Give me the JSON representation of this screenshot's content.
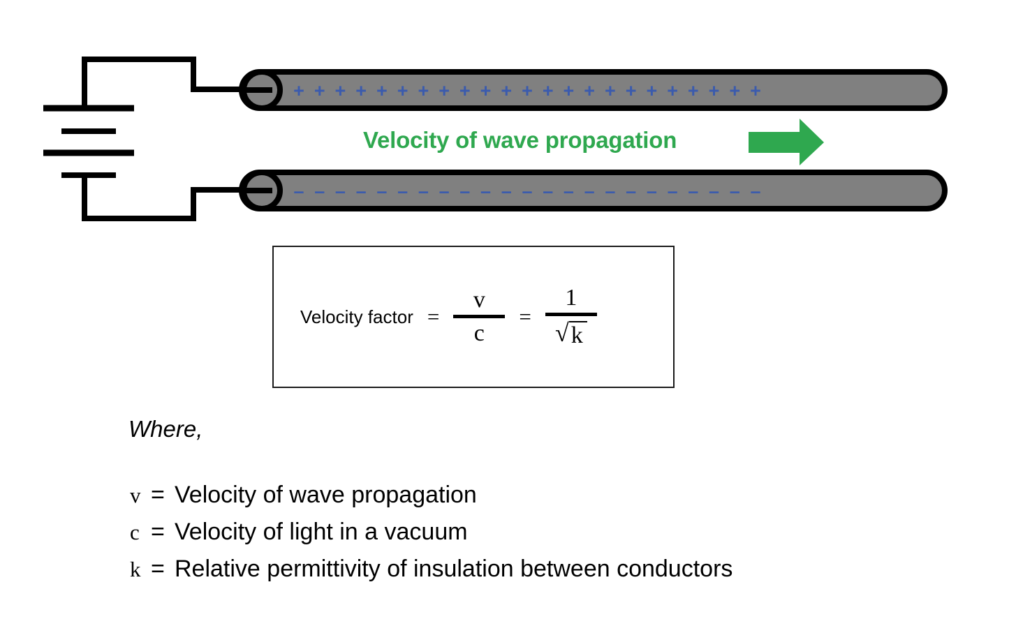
{
  "theme": {
    "conductor_fill": "#808080",
    "conductor_stroke": "#000000",
    "charge_blue": "#3B5BAD",
    "arrow_green": "#2FA84F",
    "label_green": "#2FA84F",
    "background": "#FFFFFF",
    "box_border": "#1A1A1A"
  },
  "circuit": {
    "battery_name": "dc-battery",
    "top_conductor": {
      "name": "positive-conductor",
      "charge_symbol": "+",
      "charge_count": 23,
      "polarity": "positive"
    },
    "bottom_conductor": {
      "name": "negative-conductor",
      "charge_symbol": "–",
      "charge_count": 23,
      "polarity": "negative"
    }
  },
  "propagation": {
    "label": "Velocity of wave propagation",
    "arrow_direction": "right"
  },
  "formula": {
    "label": "Velocity factor",
    "equals_1": "=",
    "equals_2": "=",
    "fraction_1": {
      "numerator": "v",
      "denominator": "c"
    },
    "fraction_2": {
      "numerator": "1",
      "denominator_radicand": "k",
      "radical": "√"
    }
  },
  "where": {
    "heading": "Where,",
    "definitions": [
      {
        "symbol": "v",
        "eq": "=",
        "text": "Velocity of wave propagation"
      },
      {
        "symbol": "c",
        "eq": "=",
        "text": "Velocity of light in a vacuum"
      },
      {
        "symbol": "k",
        "eq": "=",
        "text": "Relative permittivity of insulation between conductors"
      }
    ]
  }
}
